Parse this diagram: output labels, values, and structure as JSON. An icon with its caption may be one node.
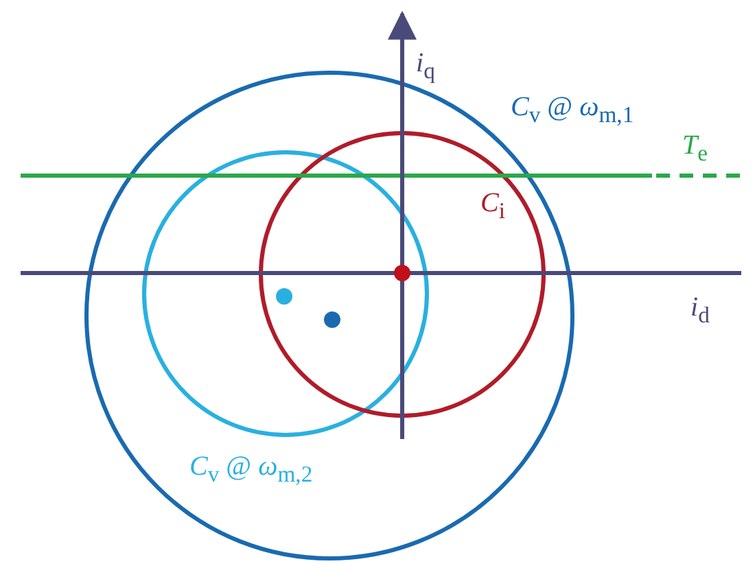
{
  "diagram": {
    "labels": [
      "*i*$_{q}$",
      "*C*$_{v}$ @ *ω*$_{m,1}$",
      "*T*$_{e}$",
      "*C*$_{i}$",
      "*i*$_{d}$",
      "*C*$_{v}$ @ *ω*$_{m,2}$"
    ]
  }
}
